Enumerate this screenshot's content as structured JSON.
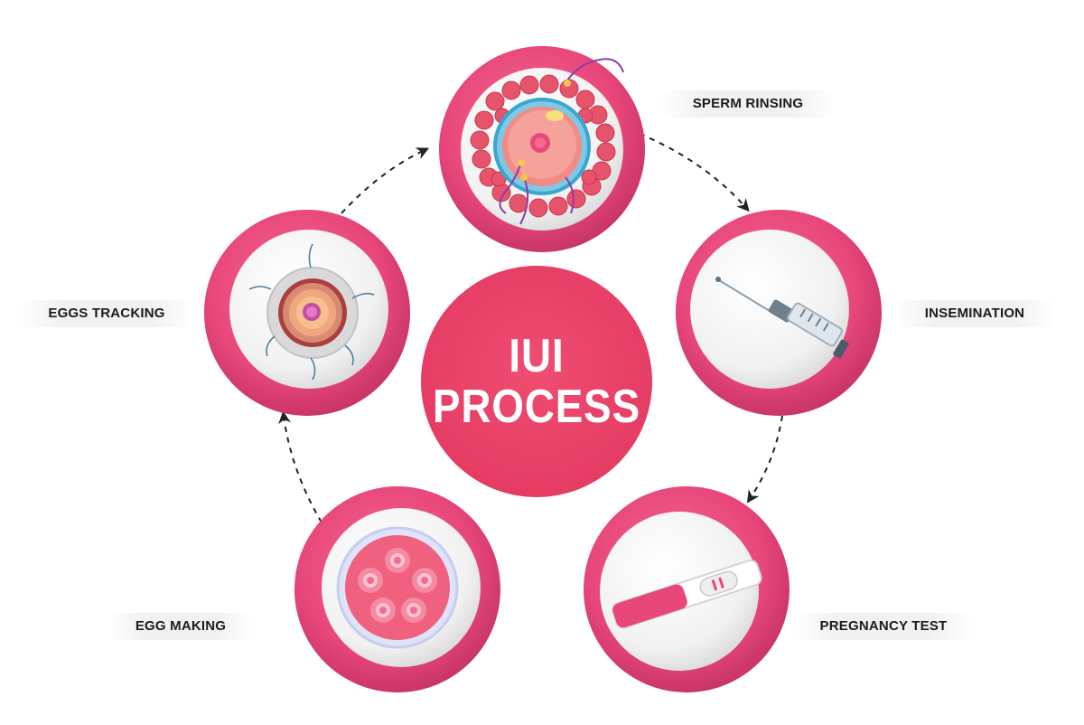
{
  "diagram": {
    "type": "cycle",
    "title_lines": [
      "IUI",
      "PROCESS"
    ],
    "steps": [
      {
        "label": "SPERM RINSING",
        "icon": "egg-fertilization-icon"
      },
      {
        "label": "INSEMINATION",
        "icon": "syringe-icon"
      },
      {
        "label": "PREGNANCY TEST",
        "icon": "pregnancy-test-icon"
      },
      {
        "label": "EGG MAKING",
        "icon": "petri-dish-eggs-icon"
      },
      {
        "label": "EGGS TRACKING",
        "icon": "egg-cell-icon"
      }
    ],
    "colors": {
      "center": "#ec4469",
      "ring": "#e8477a",
      "ring_dark": "#c92f60",
      "disc": "#f3f3f3",
      "arrow": "#222222"
    }
  }
}
